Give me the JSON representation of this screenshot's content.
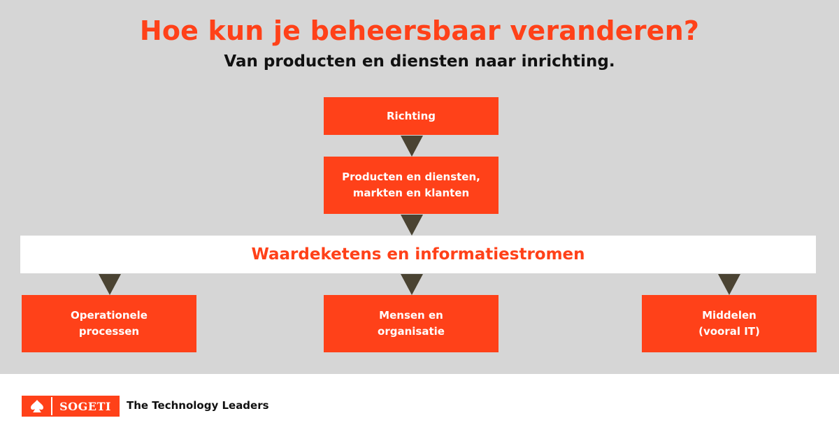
{
  "header": {
    "title": "Hoe kun je beheersbaar veranderen?",
    "subtitle": "Van producten en diensten naar inrichting."
  },
  "flow": {
    "level1": "Richting",
    "level2_line1": "Producten en diensten,",
    "level2_line2": "markten en klanten",
    "band": "Waardeketens en informatiestromen",
    "branches": [
      {
        "line1": "Operationele",
        "line2": "processen"
      },
      {
        "line1": "Mensen en",
        "line2": "organisatie"
      },
      {
        "line1": "Middelen",
        "line2": "(vooral IT)"
      }
    ]
  },
  "footer": {
    "logo_text": "SOGETI",
    "tagline": "The Technology Leaders"
  },
  "colors": {
    "accent": "#ff4119",
    "arrow": "#4a4332",
    "background": "#d6d6d6"
  }
}
